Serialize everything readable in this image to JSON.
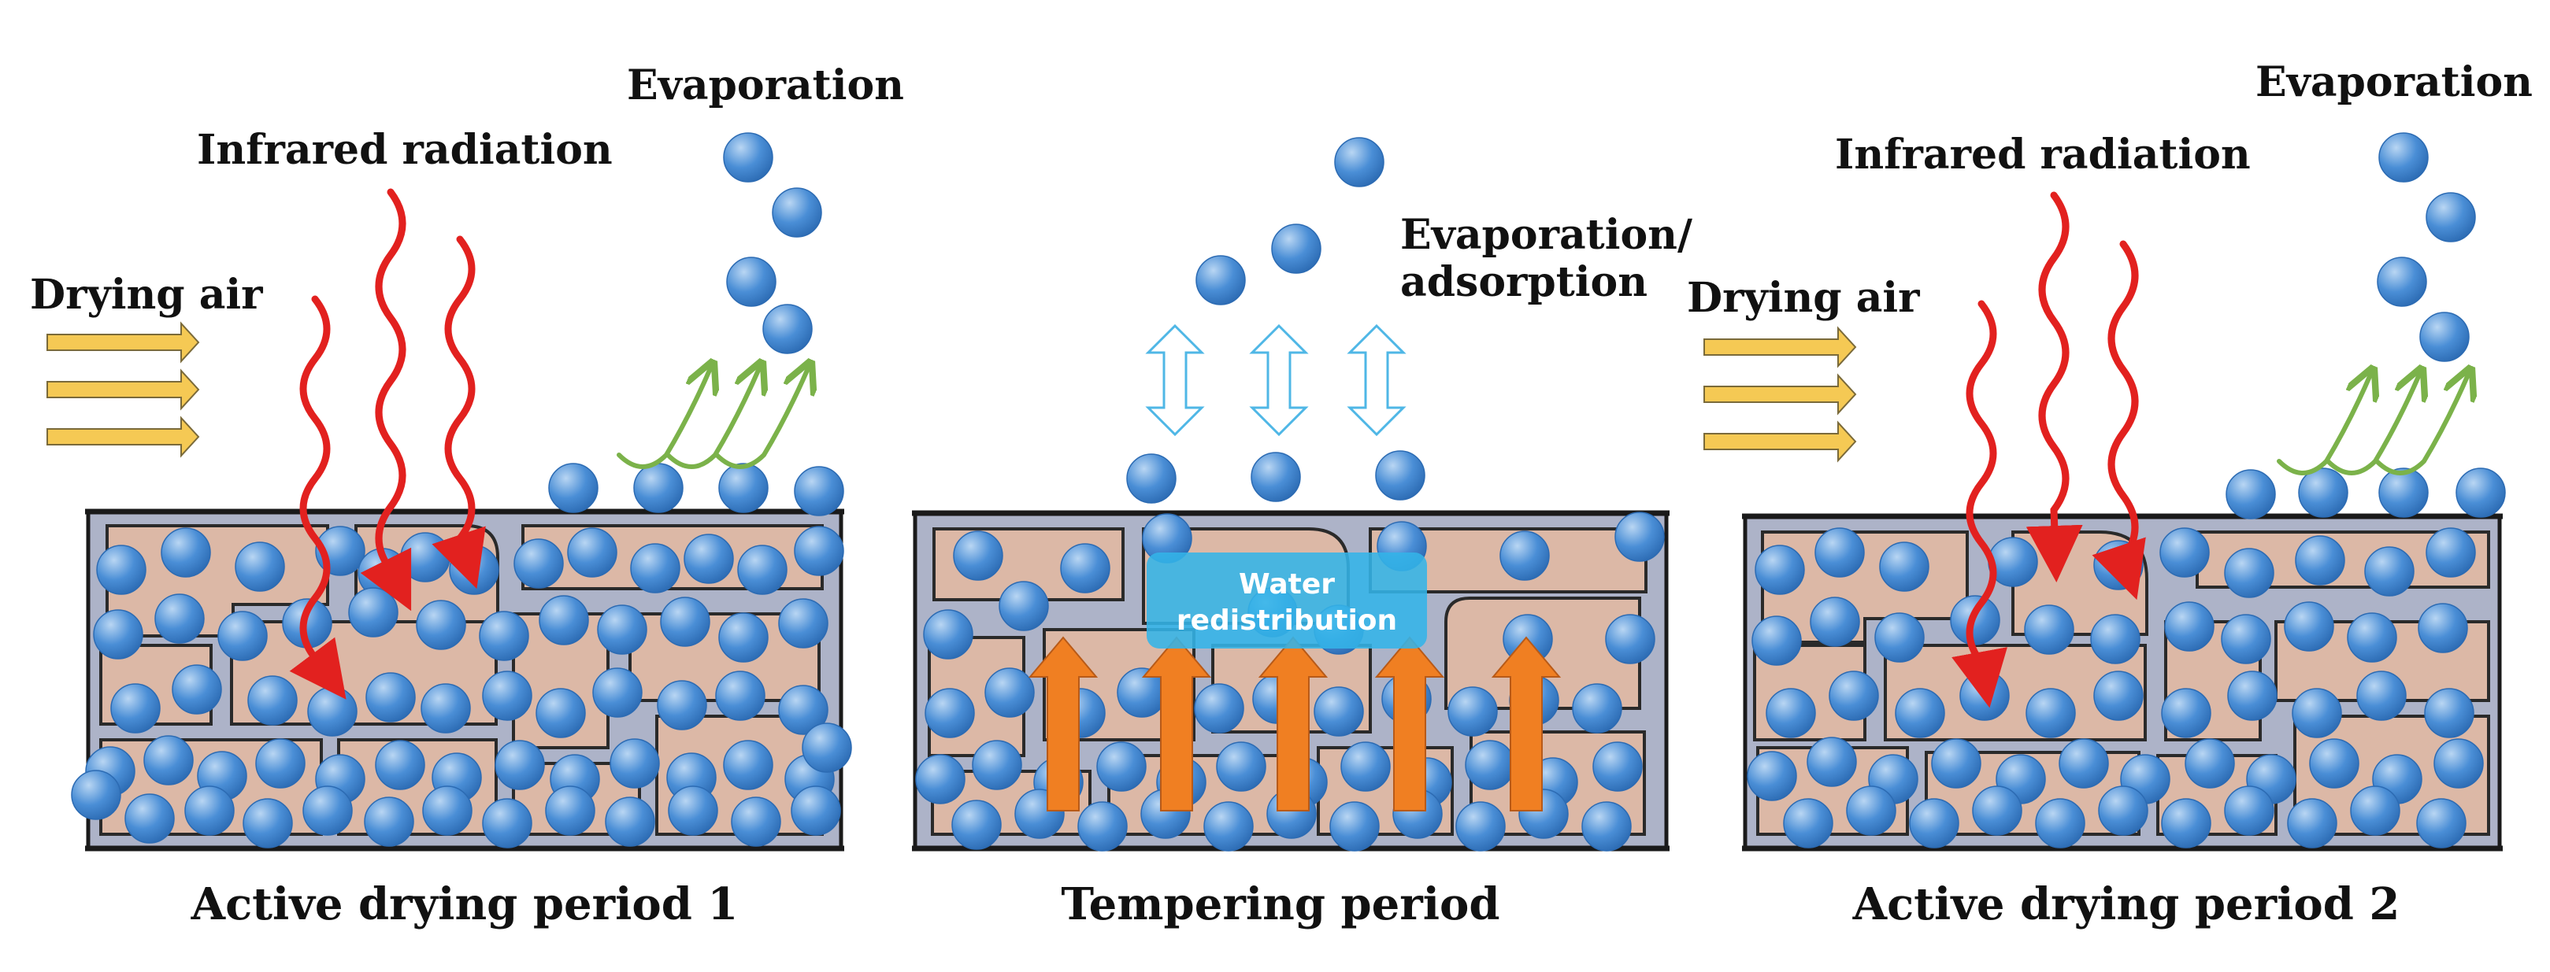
{
  "colors": {
    "background": "#ffffff",
    "slab_fill": "#adb3c8",
    "slab_border": "#1a1a1a",
    "cell_fill": "#dcb8a6",
    "cell_border": "#2a2a2a",
    "droplet": "#4a8ed6",
    "droplet_light": "#b9d6f3",
    "infrared": "#e2211f",
    "air_arrow": "#f5c954",
    "air_arrow_border": "#7a6a3a",
    "evap_arrow": "#7bb24a",
    "hollow_arrow": "#4fb7e6",
    "redistribution_box": "#33b4e8",
    "orange_arrow": "#f07f22"
  },
  "panels": [
    {
      "caption": "Active drying period 1",
      "drying_air_label": "Drying air",
      "infrared_label": "Infrared radiation",
      "evaporation_label": "Evaporation"
    },
    {
      "caption": "Tempering period",
      "evap_adsorption_line1": "Evaporation/",
      "evap_adsorption_line2": "adsorption",
      "redistribution_line1": "Water",
      "redistribution_line2": "redistribution"
    },
    {
      "caption": "Active drying period 2",
      "drying_air_label": "Drying air",
      "infrared_label": "Infrared radiation",
      "evaporation_label": "Evaporation"
    }
  ],
  "icons": {
    "droplet": "water-droplet-icon",
    "infrared_wave": "infrared-wave-arrow-icon",
    "air_arrow": "air-flow-arrow-icon",
    "evaporation_arrow": "evaporation-curved-arrow-icon",
    "bidirectional_arrow": "bidirectional-hollow-arrow-icon",
    "upward_arrow": "upward-orange-arrow-icon"
  }
}
